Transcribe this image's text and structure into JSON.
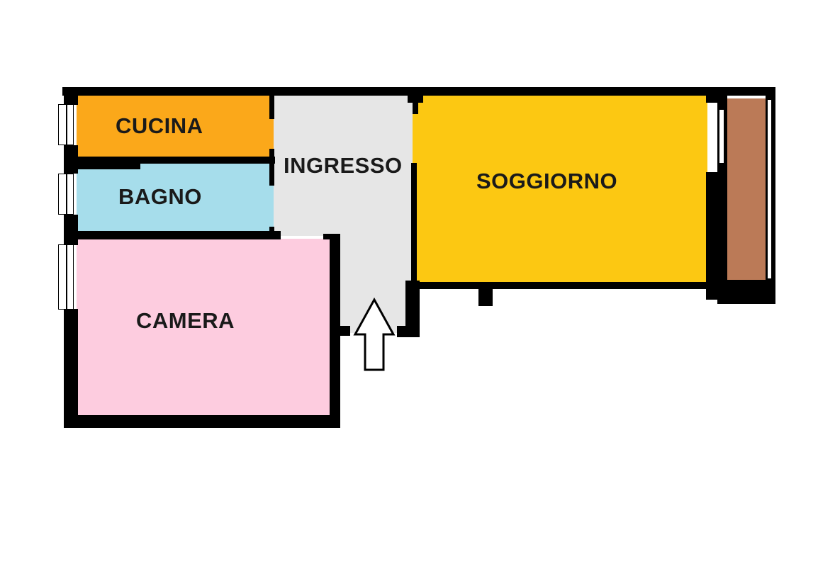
{
  "plan": {
    "rooms": [
      {
        "id": "cucina",
        "label": "CUCINA",
        "color": "#FBA81A"
      },
      {
        "id": "bagno",
        "label": "BAGNO",
        "color": "#A6DDEB"
      },
      {
        "id": "camera",
        "label": "CAMERA",
        "color": "#FDCCDF"
      },
      {
        "id": "ingresso",
        "label": "INGRESSO",
        "color": "#E6E6E6"
      },
      {
        "id": "soggiorno",
        "label": "SOGGIORNO",
        "color": "#FCC812"
      },
      {
        "id": "balcone",
        "label": "",
        "color": "#BB7A57"
      }
    ],
    "entrance_arrow": "up-arrow-icon",
    "wall_color": "#000000",
    "background": "#FFFFFF"
  }
}
